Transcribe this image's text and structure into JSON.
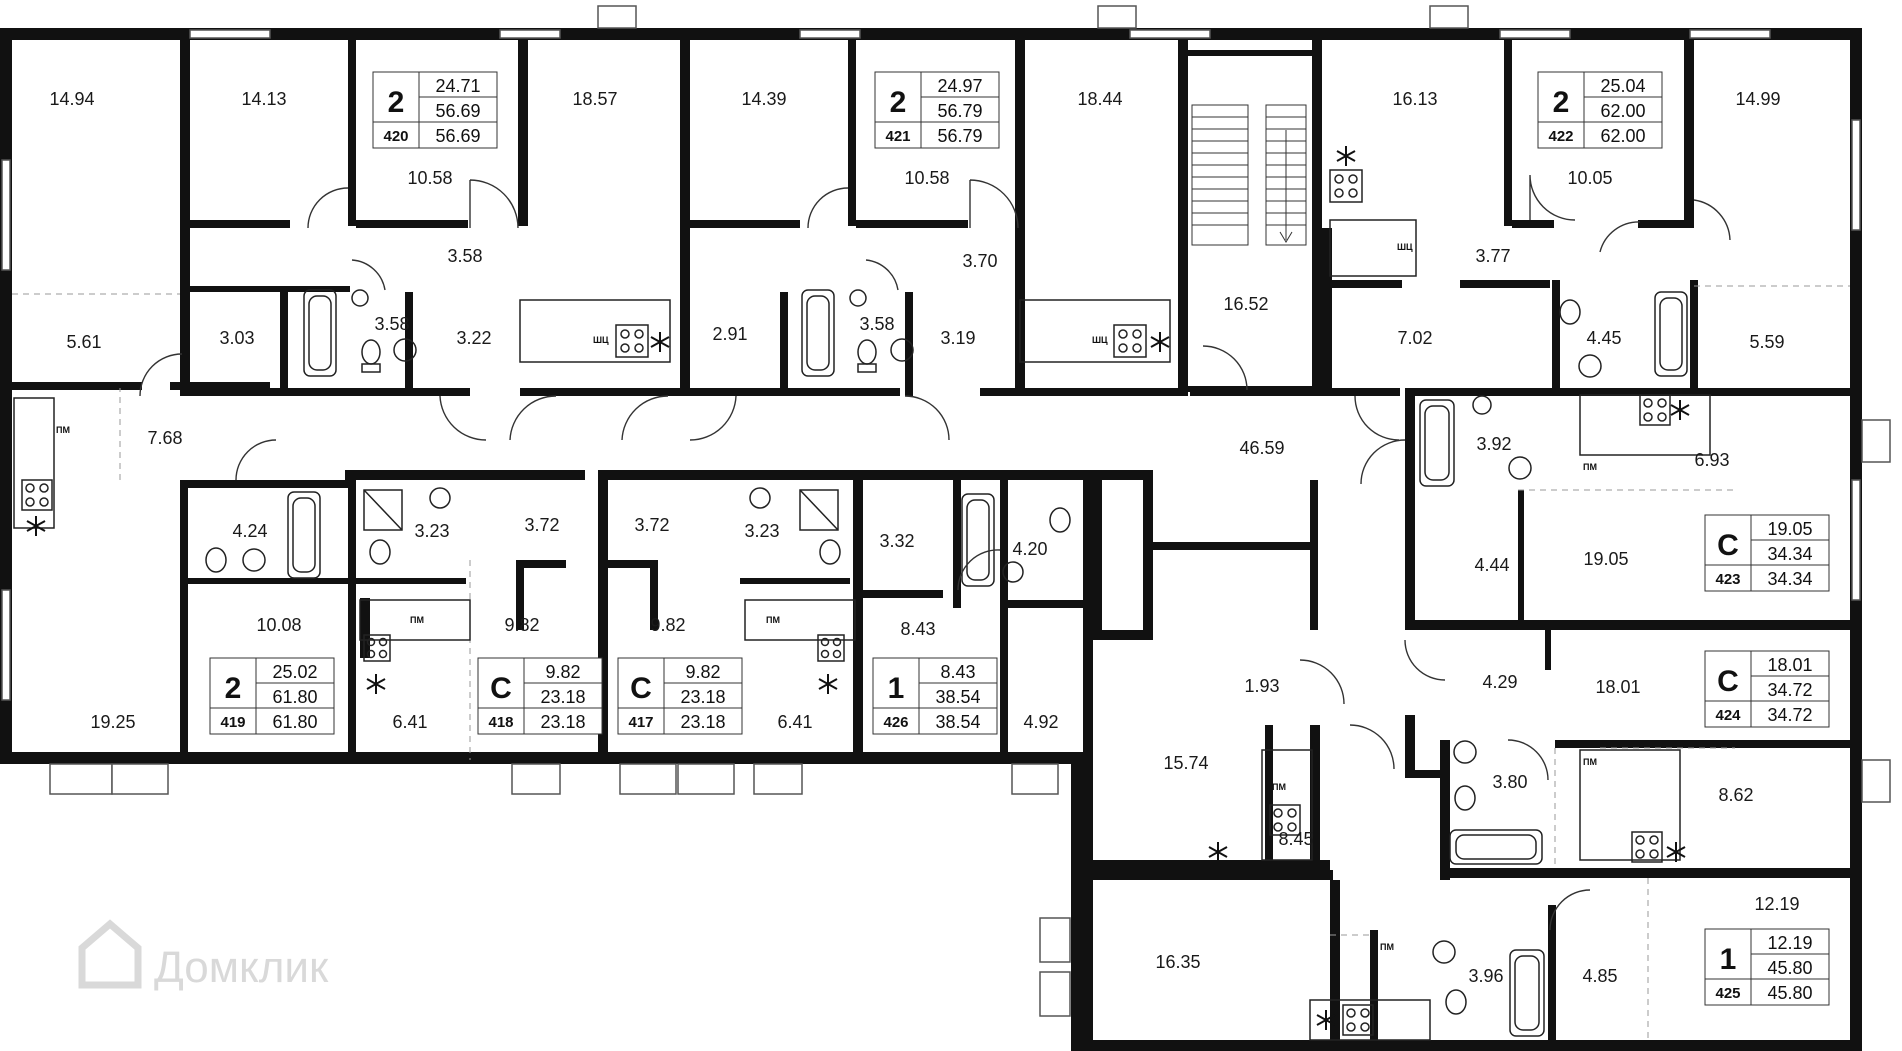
{
  "watermark": "Домклик",
  "fixture_labels": {
    "fridge": "ПМ",
    "washer": "ШЦ"
  },
  "rooms": [
    {
      "id": "r1",
      "label": "14.94"
    },
    {
      "id": "r2",
      "label": "14.13"
    },
    {
      "id": "r3",
      "label": "18.57"
    },
    {
      "id": "r4",
      "label": "14.39"
    },
    {
      "id": "r5",
      "label": "18.44"
    },
    {
      "id": "r6",
      "label": "16.13"
    },
    {
      "id": "r7",
      "label": "14.99"
    },
    {
      "id": "r8",
      "label": "10.58"
    },
    {
      "id": "r9",
      "label": "10.58"
    },
    {
      "id": "r10",
      "label": "10.05"
    },
    {
      "id": "r11",
      "label": "3.58"
    },
    {
      "id": "r12",
      "label": "3.70"
    },
    {
      "id": "r13",
      "label": "3.77"
    },
    {
      "id": "r14",
      "label": "5.61"
    },
    {
      "id": "r15",
      "label": "3.03"
    },
    {
      "id": "r16",
      "label": "3.58"
    },
    {
      "id": "r17",
      "label": "3.22"
    },
    {
      "id": "r18",
      "label": "2.91"
    },
    {
      "id": "r19",
      "label": "3.58"
    },
    {
      "id": "r20",
      "label": "3.19"
    },
    {
      "id": "r21",
      "label": "16.52"
    },
    {
      "id": "r22",
      "label": "7.02"
    },
    {
      "id": "r23",
      "label": "4.45"
    },
    {
      "id": "r24",
      "label": "5.59"
    },
    {
      "id": "r25",
      "label": "7.68"
    },
    {
      "id": "r26",
      "label": "46.59"
    },
    {
      "id": "r27",
      "label": "3.92"
    },
    {
      "id": "r28",
      "label": "6.93"
    },
    {
      "id": "r29",
      "label": "4.24"
    },
    {
      "id": "r30",
      "label": "3.23"
    },
    {
      "id": "r31",
      "label": "3.72"
    },
    {
      "id": "r32",
      "label": "3.72"
    },
    {
      "id": "r33",
      "label": "3.23"
    },
    {
      "id": "r34",
      "label": "3.32"
    },
    {
      "id": "r35",
      "label": "4.20"
    },
    {
      "id": "r36",
      "label": "4.44"
    },
    {
      "id": "r37",
      "label": "19.05"
    },
    {
      "id": "r38",
      "label": "10.08"
    },
    {
      "id": "r39",
      "label": "9.82"
    },
    {
      "id": "r40",
      "label": "9.82"
    },
    {
      "id": "r41",
      "label": "8.43"
    },
    {
      "id": "r42",
      "label": "4.29"
    },
    {
      "id": "r43",
      "label": "18.01"
    },
    {
      "id": "r44",
      "label": "1.93"
    },
    {
      "id": "r45",
      "label": "19.25"
    },
    {
      "id": "r46",
      "label": "6.41"
    },
    {
      "id": "r47",
      "label": "6.41"
    },
    {
      "id": "r48",
      "label": "4.92"
    },
    {
      "id": "r49",
      "label": "15.74"
    },
    {
      "id": "r50",
      "label": "3.80"
    },
    {
      "id": "r51",
      "label": "8.62"
    },
    {
      "id": "r52",
      "label": "8.45"
    },
    {
      "id": "r53",
      "label": "12.19"
    },
    {
      "id": "r54",
      "label": "16.35"
    },
    {
      "id": "r55",
      "label": "3.96"
    },
    {
      "id": "r56",
      "label": "4.85"
    }
  ],
  "apartments": [
    {
      "rooms": "2",
      "id": "420",
      "living": "24.71",
      "total": "56.69",
      "total2": "56.69"
    },
    {
      "rooms": "2",
      "id": "421",
      "living": "24.97",
      "total": "56.79",
      "total2": "56.79"
    },
    {
      "rooms": "2",
      "id": "422",
      "living": "25.04",
      "total": "62.00",
      "total2": "62.00"
    },
    {
      "rooms": "С",
      "id": "423",
      "living": "19.05",
      "total": "34.34",
      "total2": "34.34"
    },
    {
      "rooms": "2",
      "id": "419",
      "living": "25.02",
      "total": "61.80",
      "total2": "61.80"
    },
    {
      "rooms": "С",
      "id": "418",
      "living": "9.82",
      "total": "23.18",
      "total2": "23.18"
    },
    {
      "rooms": "С",
      "id": "417",
      "living": "9.82",
      "total": "23.18",
      "total2": "23.18"
    },
    {
      "rooms": "1",
      "id": "426",
      "living": "8.43",
      "total": "38.54",
      "total2": "38.54"
    },
    {
      "rooms": "С",
      "id": "424",
      "living": "18.01",
      "total": "34.72",
      "total2": "34.72"
    },
    {
      "rooms": "1",
      "id": "425",
      "living": "12.19",
      "total": "45.80",
      "total2": "45.80"
    }
  ]
}
